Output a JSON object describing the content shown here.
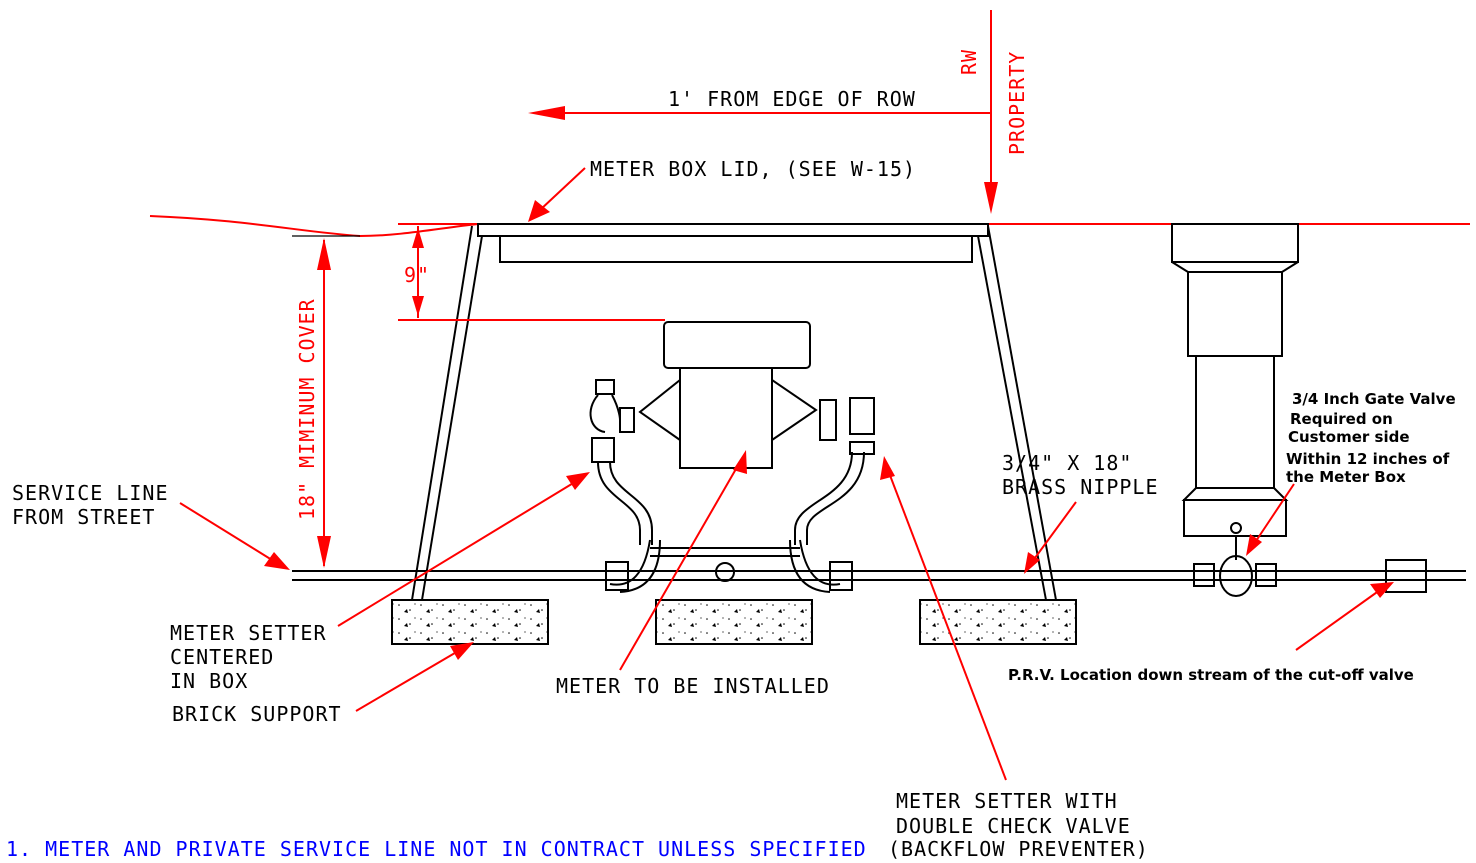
{
  "labels": {
    "rw": "RW",
    "property": "PROPERTY",
    "from_edge": "1' FROM EDGE OF ROW",
    "meter_box_lid": "METER BOX LID, (SEE W-15)",
    "nine_inch": "9\"",
    "min_cover": "18\" MIMINUM COVER",
    "service_line_1": "SERVICE LINE",
    "service_line_2": "FROM STREET",
    "brass_nipple_1": "3/4\" X 18\"",
    "brass_nipple_2": "BRASS NIPPLE",
    "gate_valve_1": "3/4 Inch Gate Valve",
    "gate_valve_2": "Required on",
    "gate_valve_3": "Customer side",
    "gate_valve_4": "Within 12 inches of",
    "gate_valve_5": "the Meter Box",
    "setter_centered_1": "METER SETTER",
    "setter_centered_2": "CENTERED",
    "setter_centered_3": "IN BOX",
    "brick_support": "BRICK SUPPORT",
    "meter_installed": "METER TO BE INSTALLED",
    "prv_location": "P.R.V. Location down stream of the cut-off valve",
    "setter_check_1": "METER SETTER WITH",
    "setter_check_2": "DOUBLE CHECK VALVE",
    "setter_check_3": "(BACKFLOW PREVENTER)",
    "note": "1. METER AND PRIVATE SERVICE LINE NOT IN CONTRACT UNLESS SPECIFIED"
  },
  "colors": {
    "annotation": "#ff0000",
    "drawing": "#000000",
    "note": "#0000ff"
  }
}
